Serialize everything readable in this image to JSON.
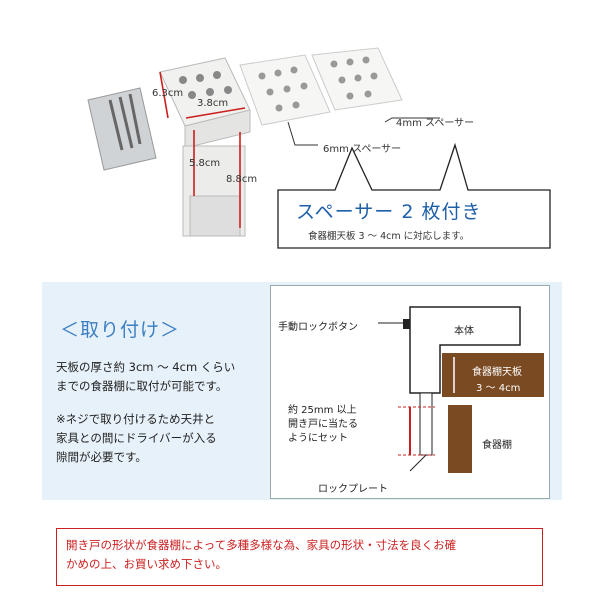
{
  "product": {
    "dim_depth": "6.3cm",
    "dim_width": "3.8cm",
    "dim_height": "5.8cm",
    "dim_total": "8.8cm",
    "spacer_4mm": "4mm スペーサー",
    "spacer_6mm": "6mm スペーサー"
  },
  "callout": {
    "title": "スペーサー 2 枚付き",
    "subtitle": "食器棚天板 3 ～ 4cm に対応します。"
  },
  "install": {
    "title": "＜取り付け＞",
    "para1": [
      "天板の厚さ約 3cm ～ 4cm くらい",
      "までの食器棚に取付が可能です。"
    ],
    "para2": [
      "※ネジで取り付けるため天井と",
      "家具との間にドライバーが入る",
      "隙間が必要です。"
    ]
  },
  "diagram": {
    "lock_button": "手動ロックボタン",
    "body": "本体",
    "top_board": "食器棚天板",
    "top_range": "3 ～ 4cm",
    "gap": [
      "約 25mm 以上",
      "開き戸に当たる",
      "ようにセット"
    ],
    "cabinet": "食器棚",
    "lock_plate": "ロックプレート"
  },
  "note": {
    "lines": [
      "開き戸の形状が食器棚によって多種多様な為、家具の形状・寸法を良くお確",
      "かめの上、お買い求め下さい。"
    ]
  },
  "colors": {
    "accent_blue": "#1f5fa8",
    "red": "#cc1f1f",
    "brown": "#7a4a22",
    "panel": "#e7f1f9"
  }
}
